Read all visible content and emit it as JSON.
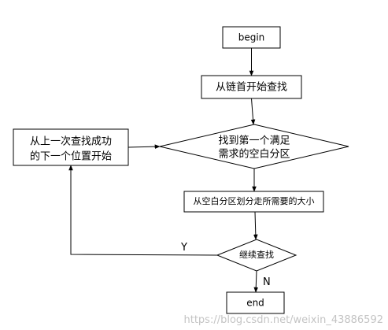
{
  "nodes": {
    "begin": "begin",
    "start_from_head": "从链首开始查找",
    "find_first_line1": "找到第一个满足",
    "find_first_line2": "需求的空白分区",
    "restart_line1": "从上一次查找成功",
    "restart_line2": "的下一个位置开始",
    "allocate": "从空白分区划分走所需要的大小",
    "continue_search": "继续查找",
    "end": "end"
  },
  "edges": {
    "yes_label": "Y",
    "no_label": "N"
  },
  "watermark": "https://blog.csdn.net/weixin_43886592"
}
